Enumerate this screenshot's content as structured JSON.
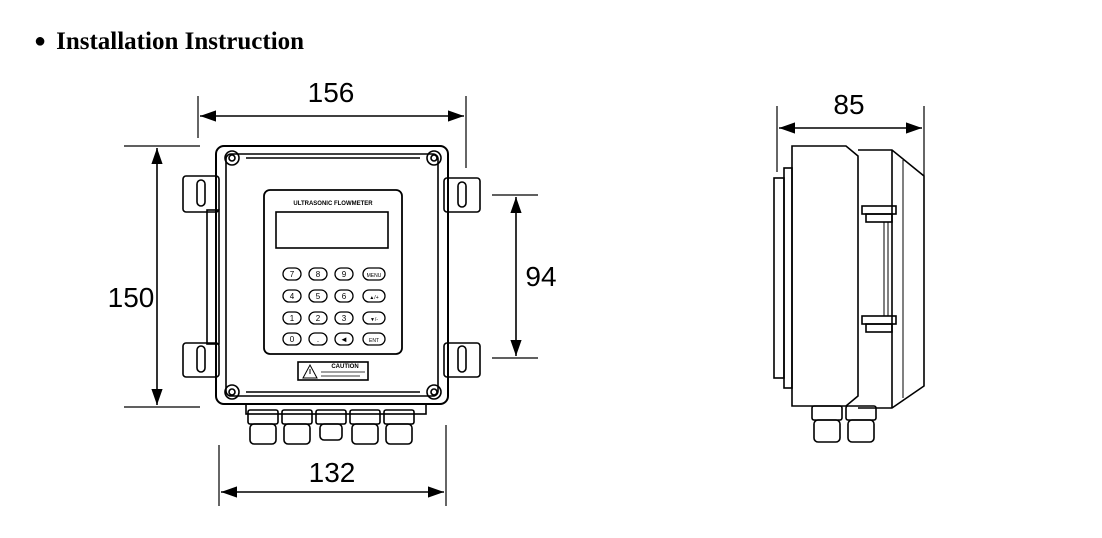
{
  "heading": {
    "bullet": "●",
    "text": "Installation Instruction"
  },
  "dimensions": {
    "front_width": "156",
    "front_height": "150",
    "display_height": "94",
    "bottom_width": "132",
    "side_depth": "85"
  },
  "device": {
    "panel_title": "ULTRASONIC FLOWMETER",
    "caution_label": "CAUTION",
    "keys": [
      "7",
      "8",
      "9",
      "MENU",
      "4",
      "5",
      "6",
      "▲/+",
      "1",
      "2",
      "3",
      "▼/-",
      "0",
      ".",
      "◄",
      "ENT"
    ]
  },
  "icons": {
    "bullet": "filled-circle-bullet",
    "warning": "warning-triangle-icon"
  }
}
